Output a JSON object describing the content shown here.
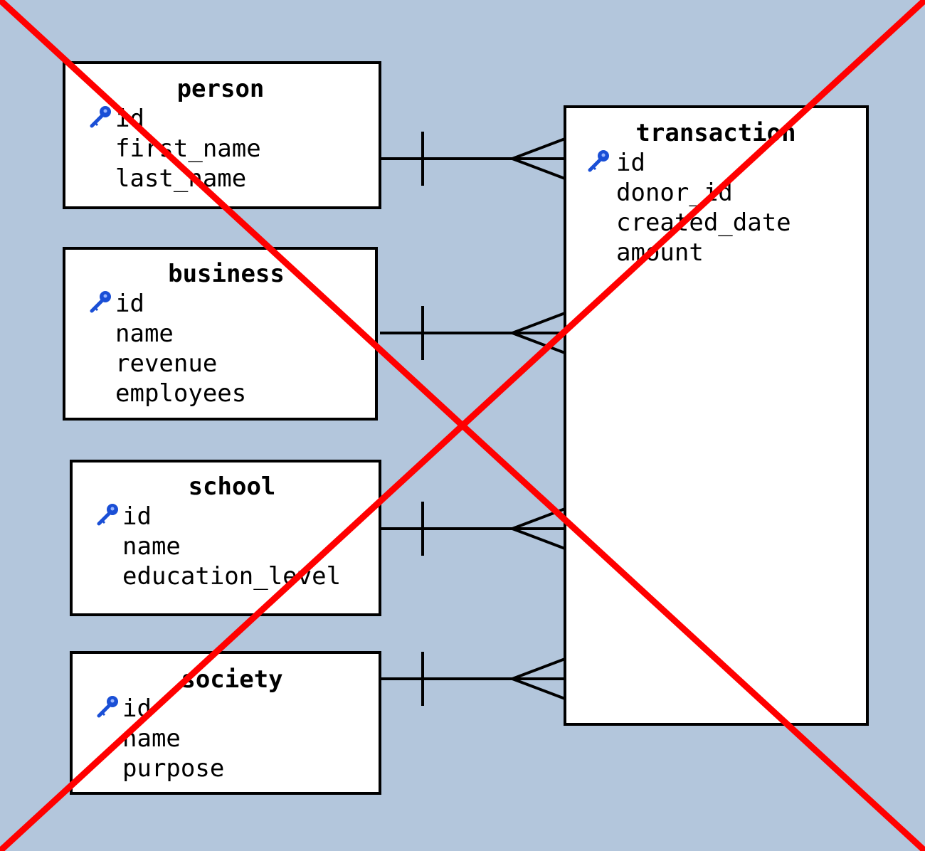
{
  "diagram": {
    "colors": {
      "background": "#b3c6dc",
      "table_fill": "#ffffff",
      "line": "#000000",
      "key_icon": "#1a4fd6",
      "cross_out": "#ff0000"
    },
    "tables": {
      "person": {
        "name": "person",
        "fields": [
          {
            "name": "id",
            "primary_key": true,
            "icon": "key-icon"
          },
          {
            "name": "first_name",
            "primary_key": false
          },
          {
            "name": "last_name",
            "primary_key": false
          }
        ]
      },
      "business": {
        "name": "business",
        "fields": [
          {
            "name": "id",
            "primary_key": true,
            "icon": "key-icon"
          },
          {
            "name": "name",
            "primary_key": false
          },
          {
            "name": "revenue",
            "primary_key": false
          },
          {
            "name": "employees",
            "primary_key": false
          }
        ]
      },
      "school": {
        "name": "school",
        "fields": [
          {
            "name": "id",
            "primary_key": true,
            "icon": "key-icon"
          },
          {
            "name": "name",
            "primary_key": false
          },
          {
            "name": "education_level",
            "primary_key": false
          }
        ]
      },
      "society": {
        "name": "society",
        "fields": [
          {
            "name": "id",
            "primary_key": true,
            "icon": "key-icon"
          },
          {
            "name": "name",
            "primary_key": false
          },
          {
            "name": "purpose",
            "primary_key": false
          }
        ]
      },
      "transaction": {
        "name": "transaction",
        "fields": [
          {
            "name": "id",
            "primary_key": true,
            "icon": "key-icon"
          },
          {
            "name": "donor_id",
            "primary_key": false
          },
          {
            "name": "created_date",
            "primary_key": false
          },
          {
            "name": "amount",
            "primary_key": false
          }
        ]
      }
    },
    "relationships": [
      {
        "from": "person",
        "to": "transaction",
        "from_cardinality": "one",
        "to_cardinality": "many"
      },
      {
        "from": "business",
        "to": "transaction",
        "from_cardinality": "one",
        "to_cardinality": "many"
      },
      {
        "from": "school",
        "to": "transaction",
        "from_cardinality": "one",
        "to_cardinality": "many"
      },
      {
        "from": "society",
        "to": "transaction",
        "from_cardinality": "one",
        "to_cardinality": "many"
      }
    ],
    "overlay": {
      "type": "cross-out",
      "icon": "red-x-icon"
    }
  }
}
